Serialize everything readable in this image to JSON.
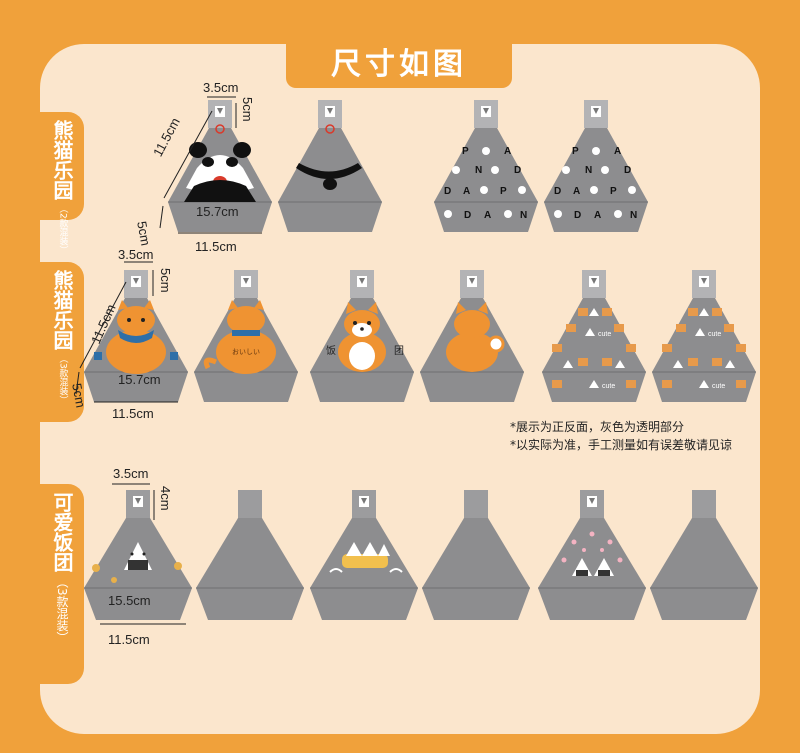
{
  "title": "尺寸如图",
  "sections": [
    {
      "name": "熊猫乐园",
      "sub": "（2款混装）"
    },
    {
      "name": "熊猫乐园",
      "sub": "（3款混装）"
    },
    {
      "name": "可爱饭团",
      "sub": "（3款混装）"
    }
  ],
  "dimensions": {
    "tab_width": "3.5cm",
    "tab_height_5": "5cm",
    "tab_height_4": "4cm",
    "side": "11.5cm",
    "depth": "5cm",
    "bag_width_157": "15.7cm",
    "bag_width_155": "15.5cm",
    "base_width": "11.5cm"
  },
  "notes": [
    "*展示为正反面，灰色为透明部分",
    "*以实际为准，手工测量如有误差敬请见谅"
  ],
  "sticker_text": {
    "panda_letters": [
      "P",
      "A",
      "N",
      "D",
      "A"
    ],
    "cute": "cute",
    "fan": "饭",
    "tuan": "团",
    "oishii": "おいしい"
  },
  "colors": {
    "orange": "#f0a13b",
    "panel": "#fbe6cd",
    "gray": "#8d8d8f",
    "tab": "#b3b3b5",
    "cat": "#ef9332"
  }
}
